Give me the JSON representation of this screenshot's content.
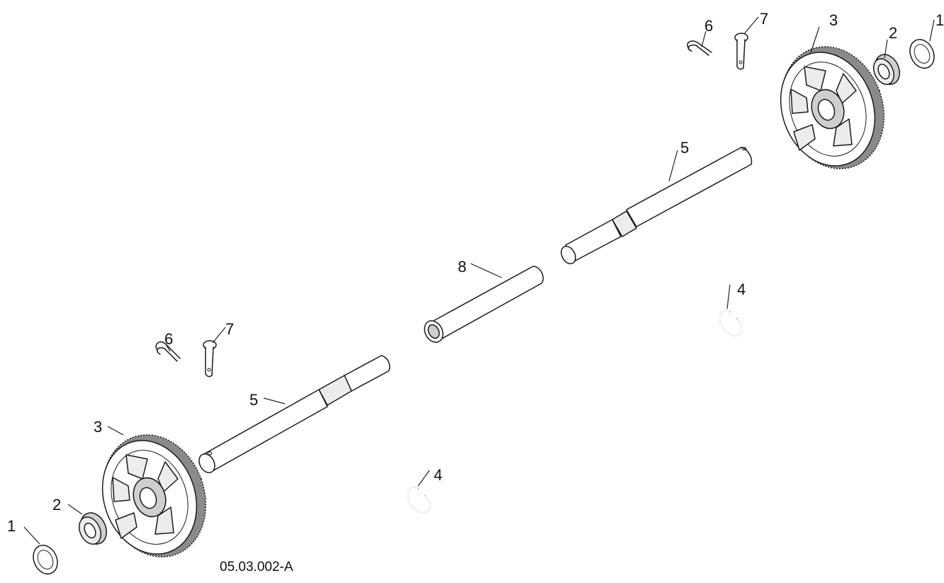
{
  "figure_code": "05.03.002-A",
  "labels": {
    "washer_right": "1",
    "bushing_right": "2",
    "gear_right": "3",
    "cotter_pin_right": "6",
    "clevis_pin_right": "7",
    "shaft_right": "5",
    "tube": "8",
    "e_clip_right": "4",
    "cotter_pin_left": "6",
    "clevis_pin_left": "7",
    "shaft_left": "5",
    "gear_left": "3",
    "e_clip_left": "4",
    "bushing_left": "2",
    "washer_left": "1"
  },
  "colors": {
    "line": "#1a1a1a",
    "light_fill": "#ececec",
    "mid_fill": "#cfcfcf",
    "dark_fill": "#8a8a8a"
  }
}
